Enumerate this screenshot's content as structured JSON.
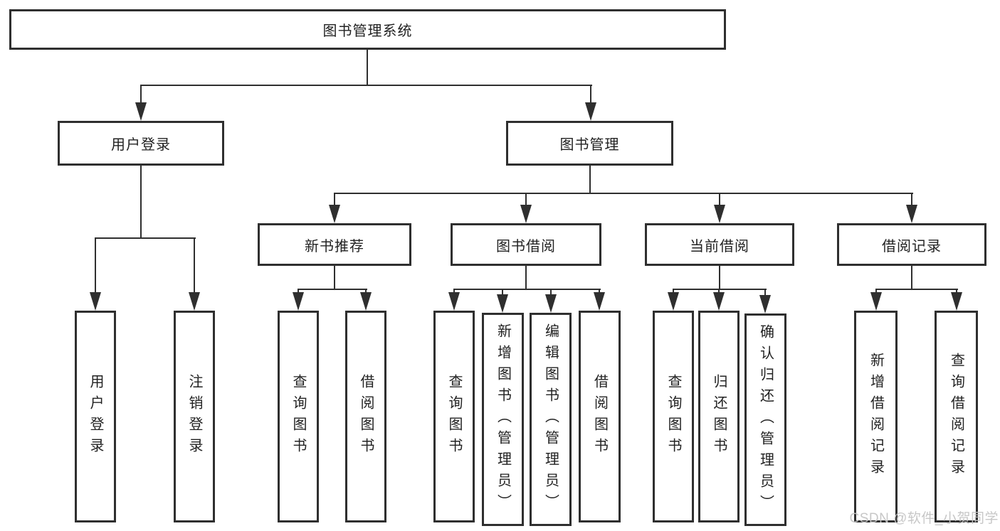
{
  "diagram": {
    "root": {
      "label": "图书管理系统"
    },
    "level2": [
      {
        "label": "用户登录"
      },
      {
        "label": "图书管理"
      }
    ],
    "level3": [
      {
        "label": "新书推荐"
      },
      {
        "label": "图书借阅"
      },
      {
        "label": "当前借阅"
      },
      {
        "label": "借阅记录"
      }
    ],
    "leaves": [
      {
        "label": "用户登录"
      },
      {
        "label": "注销登录"
      },
      {
        "label": "查询图书"
      },
      {
        "label": "借阅图书"
      },
      {
        "label": "查询图书"
      },
      {
        "label": "新增图书（管理员）"
      },
      {
        "label": "编辑图书（管理员）"
      },
      {
        "label": "借阅图书"
      },
      {
        "label": "查询图书"
      },
      {
        "label": "归还图书"
      },
      {
        "label": "确认归还（管理员）"
      },
      {
        "label": "新增借阅记录"
      },
      {
        "label": "查询借阅记录"
      }
    ]
  },
  "watermark": {
    "text": "CSDN @软件_小贺同学"
  },
  "colors": {
    "line": "#2f2f2f",
    "text": "#222222",
    "watermark": "#c5c5c5",
    "background": "#ffffff"
  }
}
